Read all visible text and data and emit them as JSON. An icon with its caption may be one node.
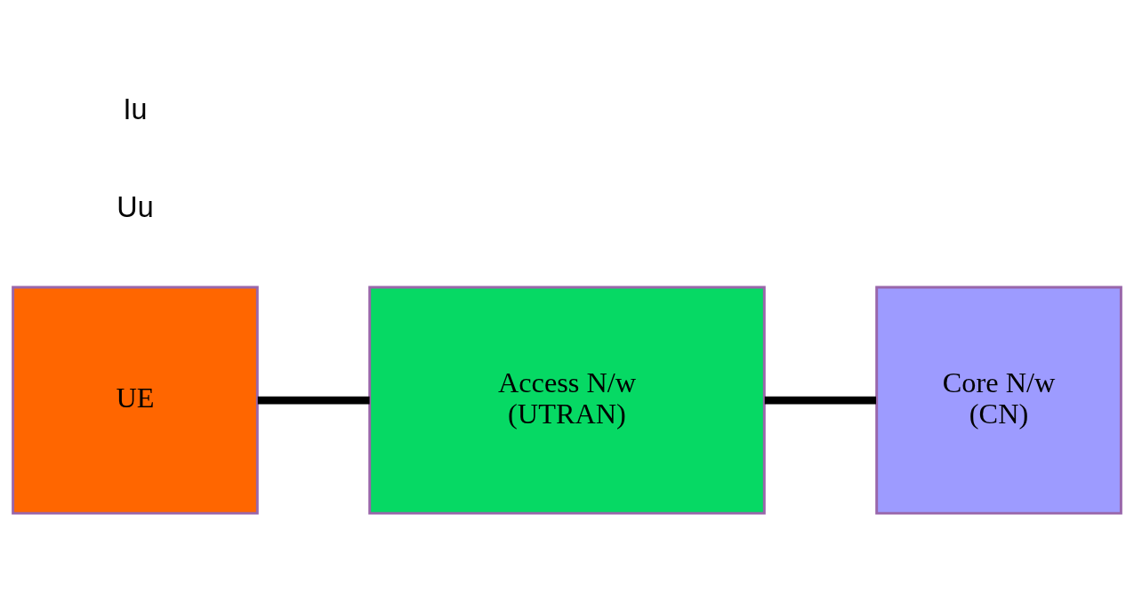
{
  "diagram": {
    "nodes": [
      {
        "text": [
          "UE"
        ]
      },
      {
        "text": [
          "Access N/w",
          "(UTRAN)"
        ]
      },
      {
        "text": [
          "Core N/w",
          "(CN)"
        ]
      }
    ],
    "edges": [
      {
        "from": 0,
        "to": 1,
        "arrow": "none"
      },
      {
        "from": 1,
        "to": 2,
        "arrow": "none"
      }
    ],
    "labels": [
      "Uu",
      "Iu"
    ]
  }
}
